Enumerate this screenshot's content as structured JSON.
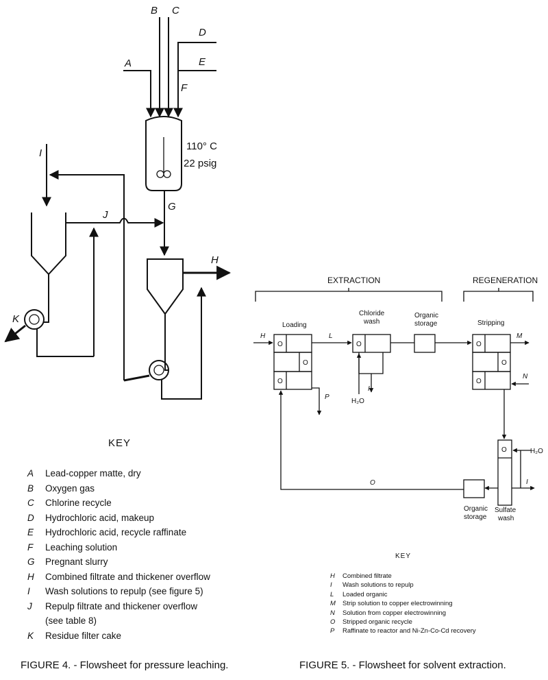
{
  "figure4": {
    "stream_labels": {
      "A": "A",
      "B": "B",
      "C": "C",
      "D": "D",
      "E": "E",
      "F": "F",
      "G": "G",
      "H": "H",
      "I": "I",
      "J": "J",
      "K": "K"
    },
    "reactor_temp": "110° C",
    "reactor_pressure": "22 psig",
    "key_title": "KEY",
    "key": [
      {
        "letter": "A",
        "text": "Lead-copper matte, dry"
      },
      {
        "letter": "B",
        "text": "Oxygen gas"
      },
      {
        "letter": "C",
        "text": "Chlorine recycle"
      },
      {
        "letter": "D",
        "text": "Hydrochloric acid, makeup"
      },
      {
        "letter": "E",
        "text": "Hydrochloric acid, recycle raffinate"
      },
      {
        "letter": "F",
        "text": "Leaching solution"
      },
      {
        "letter": "G",
        "text": "Pregnant slurry"
      },
      {
        "letter": "H",
        "text": "Combined filtrate and thickener overflow"
      },
      {
        "letter": "I",
        "text": "Wash solutions to repulp (see figure 5)"
      },
      {
        "letter": "J",
        "text": "Repulp filtrate and thickener overflow"
      },
      {
        "letter": "",
        "text": "(see table 8)"
      },
      {
        "letter": "K",
        "text": "Residue filter cake"
      }
    ],
    "caption": "FIGURE 4. - Flowsheet for pressure leaching."
  },
  "figure5": {
    "section_extraction": "EXTRACTION",
    "section_regeneration": "REGENERATION",
    "unit_loading": "Loading",
    "unit_chloride_wash_1": "Chloride",
    "unit_chloride_wash_2": "wash",
    "unit_organic_storage_1": "Organic",
    "unit_organic_storage_2": "storage",
    "unit_stripping": "Stripping",
    "unit_sulfate_wash_1": "Sulfate",
    "unit_sulfate_wash_2": "wash",
    "unit_organic_storage_b1": "Organic",
    "unit_organic_storage_b2": "storage",
    "stage_mark": "O",
    "water": "H₂O",
    "stream_labels": {
      "H": "H",
      "I": "I",
      "L": "L",
      "M": "M",
      "N": "N",
      "O": "O",
      "P": "P"
    },
    "key_title": "KEY",
    "key": [
      {
        "letter": "H",
        "text": "Combined filtrate"
      },
      {
        "letter": "I",
        "text": "Wash solutions to repulp"
      },
      {
        "letter": "L",
        "text": "Loaded organic"
      },
      {
        "letter": "M",
        "text": "Strip solution to copper electrowinning"
      },
      {
        "letter": "N",
        "text": "Solution from copper electrowinning"
      },
      {
        "letter": "O",
        "text": "Stripped organic recycle"
      },
      {
        "letter": "P",
        "text": "Raffinate to reactor and Ni-Zn-Co-Cd recovery"
      }
    ],
    "caption": "FIGURE 5. - Flowsheet for solvent extraction."
  }
}
